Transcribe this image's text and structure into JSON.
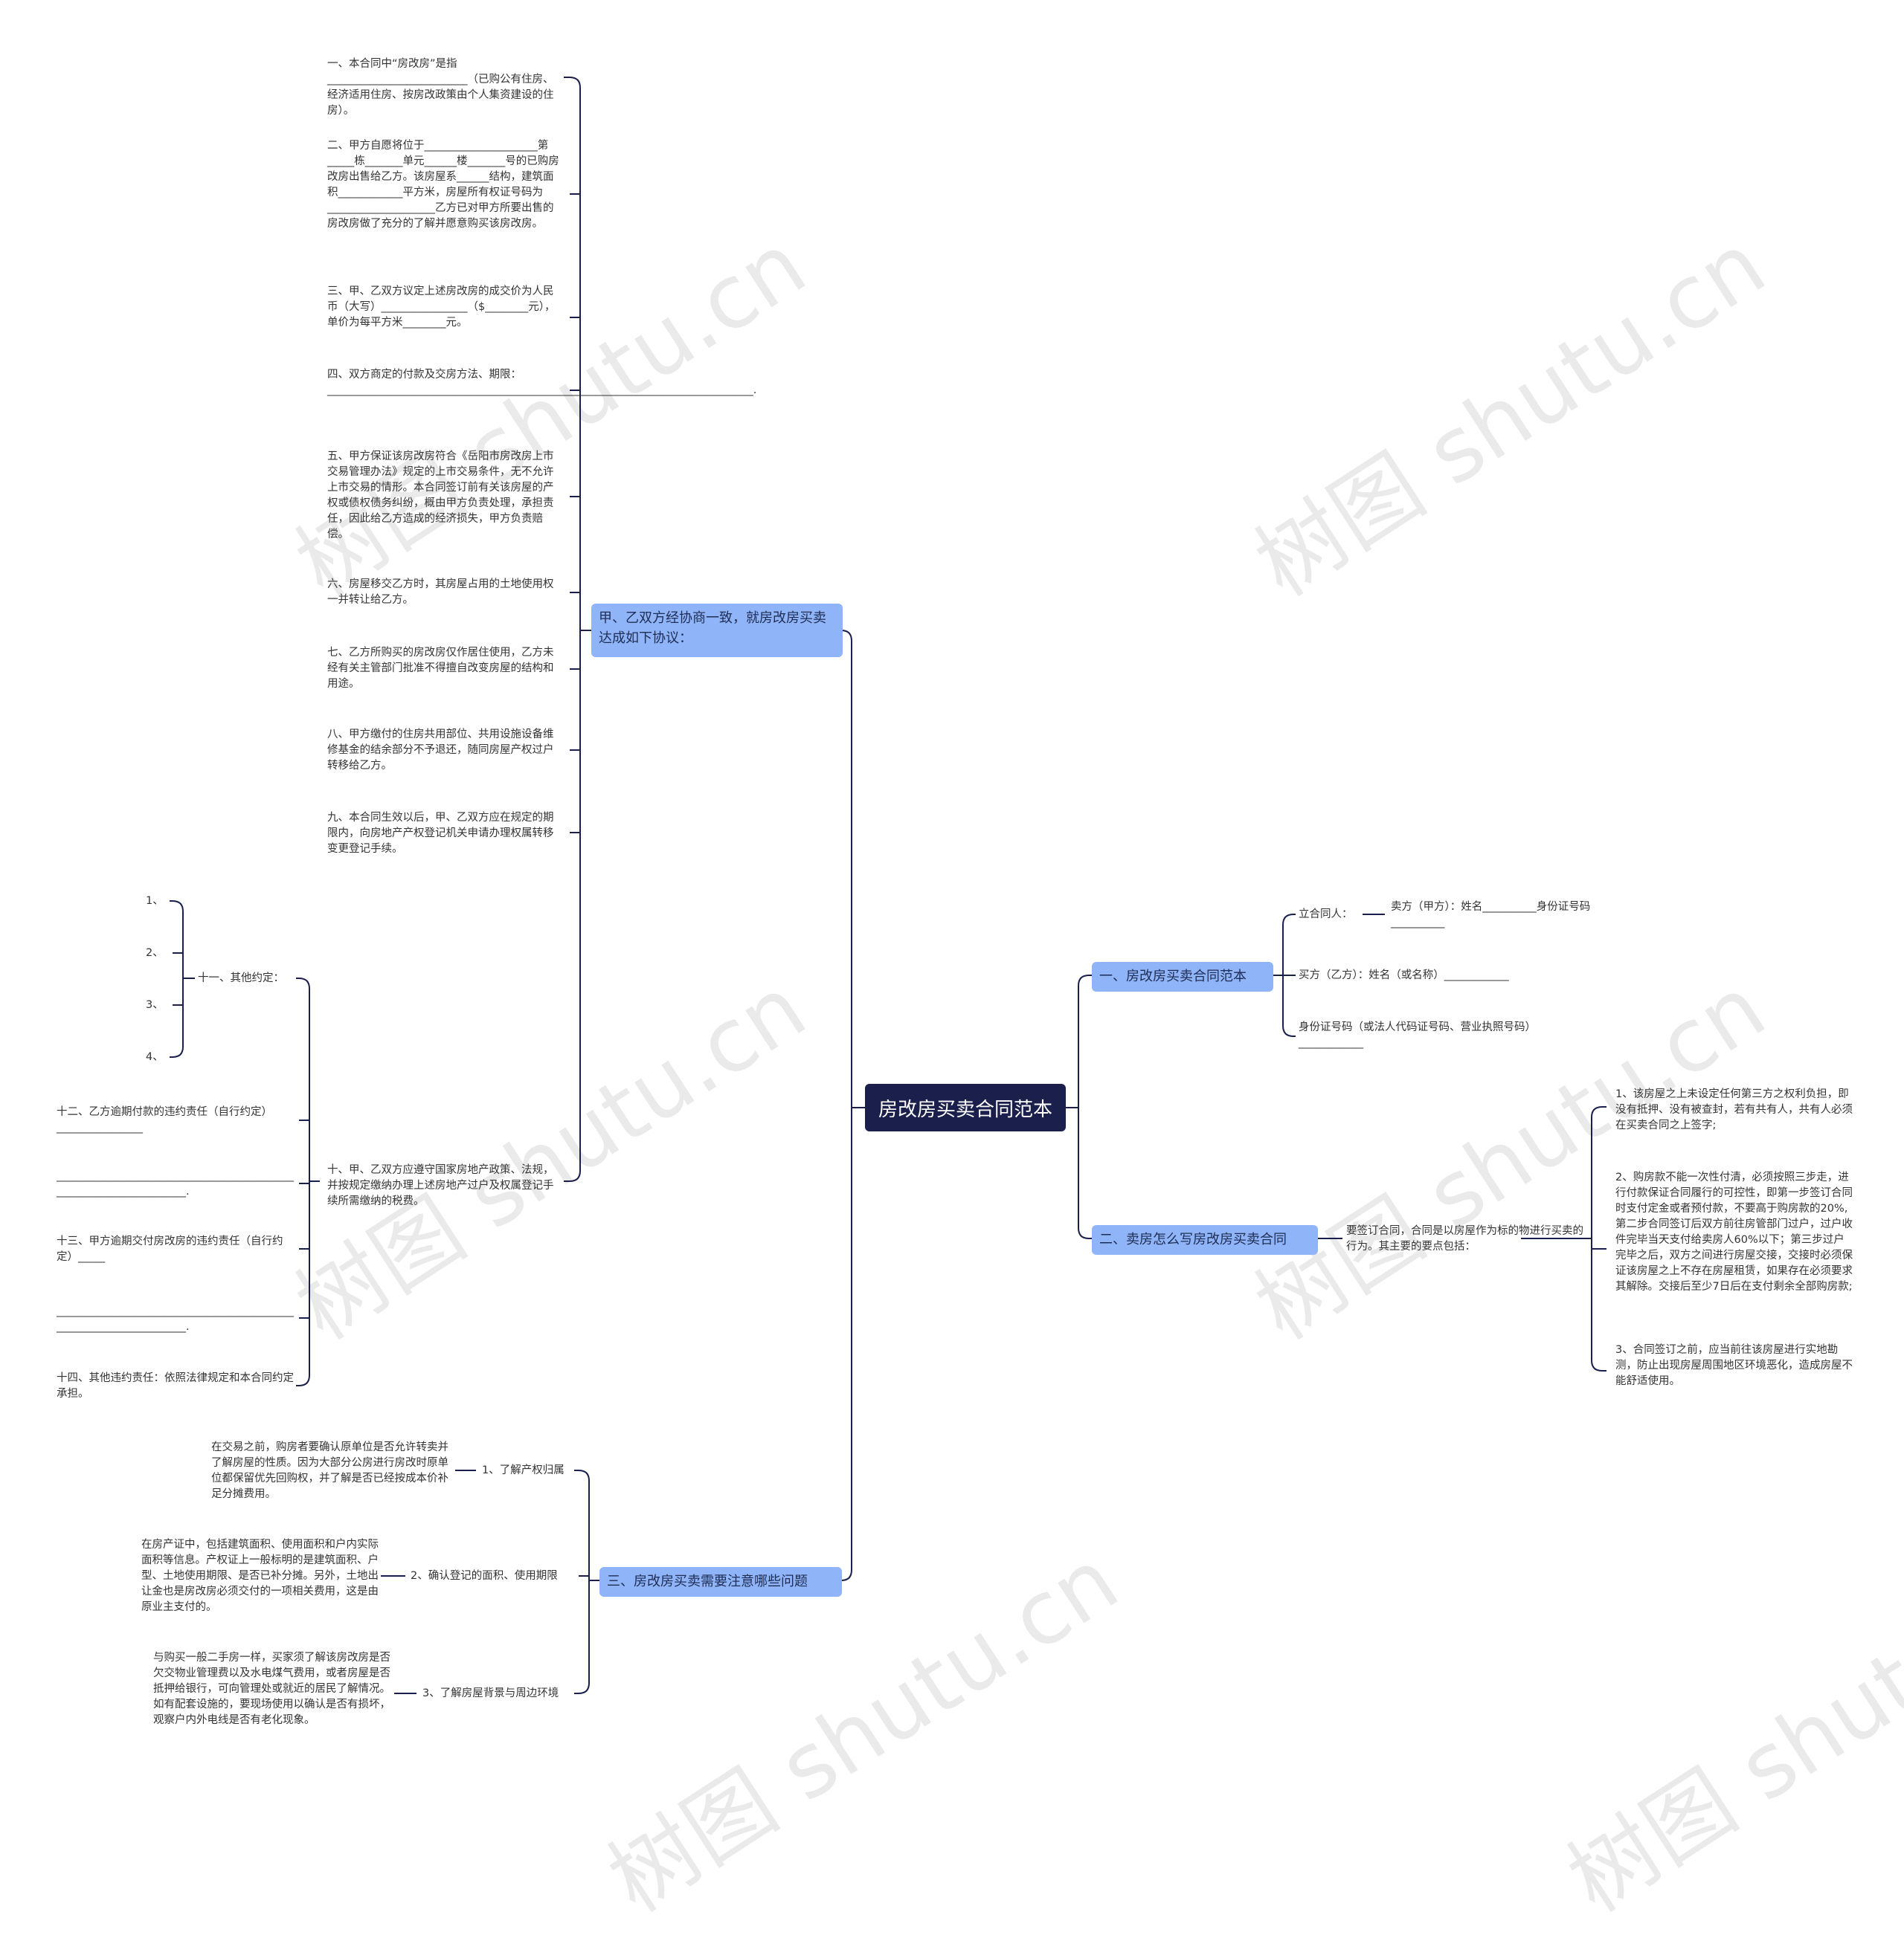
{
  "root": "房改房买卖合同范本",
  "watermark": "树图 shutu.cn",
  "left_branches": {
    "agreement": {
      "title": "甲、乙双方经协商一致，就房改房买卖达成如下协议：",
      "items": [
        "一、本合同中“房改房”是指__________________________（已购公有住房、经济适用住房、按房改政策由个人集资建设的住房）。",
        "二、甲方自愿将位于_____________________第_____栋_______单元______楼_______号的已购房改房出售给乙方。该房屋系______结构，建筑面积____________平方米，房屋所有权证号码为____________________乙方已对甲方所要出售的房改房做了充分的了解并愿意购买该房改房。",
        "三、甲、乙双方议定上述房改房的成交价为人民币（大写）________________（$________元），单价为每平方米________元。",
        "四、双方商定的付款及交房方法、期限：_______________________________________________________________________________.",
        "五、甲方保证该房改房符合《岳阳市房改房上市交易管理办法》规定的上市交易条件，无不允许上市交易的情形。本合同签订前有关该房屋的产权或债权债务纠纷，概由甲方负责处理，承担责任，因此给乙方造成的经济损失，甲方负责赔偿。",
        "六、房屋移交乙方时，其房屋占用的土地使用权一并转让给乙方。",
        "七、乙方所购买的房改房仅作居住使用，乙方未经有关主管部门批准不得擅自改变房屋的结构和用途。",
        "八、甲方缴付的住房共用部位、共用设施设备维修基金的结余部分不予退还，随同房屋产权过户转移给乙方。",
        "九、本合同生效以后，甲、乙双方应在规定的期限内，向房地产产权登记机关申请办理权属转移变更登记手续。",
        "十、甲、乙双方应遵守国家房地产政策、法规，并按规定缴纳办理上述房地产过户及权属登记手续所需缴纳的税费。"
      ],
      "sub_tenth": {
        "other_label": "十一、其他约定：",
        "other_items": [
          "1、",
          "2、",
          "3、",
          "4、"
        ],
        "clauses": [
          "十二、乙方逾期付款的违约责任（自行约定）________________",
          "____________________________________________________________________.",
          "十三、甲方逾期交付房改房的违约责任（自行约定）_____",
          "____________________________________________________________________.",
          "十四、其他违约责任：依照法律规定和本合同约定承担。"
        ]
      }
    },
    "notes": {
      "title": "三、房改房买卖需要注意哪些问题",
      "items": [
        {
          "label": "1、了解产权归属",
          "detail": "在交易之前，购房者要确认原单位是否允许转卖并了解房屋的性质。因为大部分公房进行房改时原单位都保留优先回购权，并了解是否已经按成本价补足分摊费用。"
        },
        {
          "label": "2、确认登记的面积、使用期限",
          "detail": "在房产证中，包括建筑面积、使用面积和户内实际面积等信息。产权证上一般标明的是建筑面积、户型、土地使用期限、是否已补分摊。另外，土地出让金也是房改房必须交付的一项相关费用，这是由原业主支付的。"
        },
        {
          "label": "3、了解房屋背景与周边环境",
          "detail": "与购买一般二手房一样，买家须了解该房改房是否欠交物业管理费以及水电煤气费用，或者房屋是否抵押给银行，可向管理处或就近的居民了解情况。如有配套设施的，要现场使用以确认是否有损坏，观察户内外电线是否有老化现象。"
        }
      ]
    }
  },
  "right_branches": {
    "template": {
      "title": "一、房改房买卖合同范本",
      "party_label": "立合同人：",
      "seller": "卖方（甲方）：姓名__________身份证号码__________",
      "buyer": "买方（乙方）：姓名（或名称）____________",
      "id_number": "身份证号码（或法人代码证号码、营业执照号码）____________"
    },
    "how_to": {
      "title": "二、卖房怎么写房改房买卖合同",
      "intro": "要签订合同，合同是以房屋作为标的物进行买卖的行为。其主要的要点包括：",
      "points": [
        "1、该房屋之上未设定任何第三方之权利负担，即没有抵押、没有被查封，若有共有人，共有人必须在买卖合同之上签字;",
        "2、购房款不能一次性付清，必须按照三步走，进行付款保证合同履行的可控性，即第一步签订合同时支付定金或者预付款，不要高于购房款的20%,第二步合同签订后双方前往房管部门过户，过户收件完毕当天支付给卖房人60%以下；第三步过户完毕之后，双方之间进行房屋交接，交接时必须保证该房屋之上不存在房屋租赁，如果存在必须要求其解除。交接后至少7日后在支付剩余全部购房款;",
        "3、合同签订之前，应当前往该房屋进行实地勘测，防止出现房屋周围地区环境恶化，造成房屋不能舒适使用。"
      ]
    }
  },
  "colors": {
    "root_bg": "#1b1f4b",
    "branch_bg": "#8fb4f7",
    "line": "#1b1f4b"
  }
}
